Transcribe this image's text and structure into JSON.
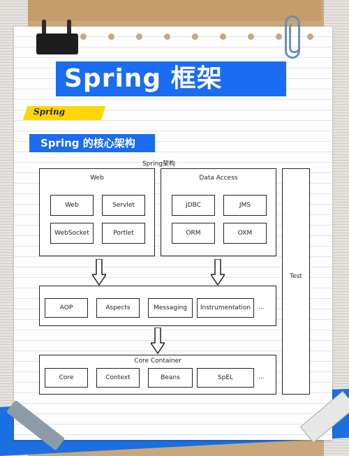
{
  "title": "Spring 框架",
  "tag": "Spring",
  "subtitle": "Spring 的核心架构",
  "diagram": {
    "title": "Spring架构",
    "web": {
      "label": "Web",
      "items": [
        "Web",
        "Servlet",
        "WebSocket",
        "Portlet"
      ]
    },
    "data_access": {
      "label": "Data Access",
      "items": [
        "JDBC",
        "JMS",
        "ORM",
        "OXM"
      ]
    },
    "middle": {
      "items": [
        "AOP",
        "Aspects",
        "Messaging",
        "Instrumentation"
      ],
      "more": "..."
    },
    "core": {
      "label": "Core Container",
      "items": [
        "Core",
        "Context",
        "Beans",
        "SpEL"
      ],
      "more": "..."
    },
    "test": {
      "label": "Test"
    }
  },
  "colors": {
    "accent": "#1a6cf0",
    "highlight": "#ffd60a"
  }
}
